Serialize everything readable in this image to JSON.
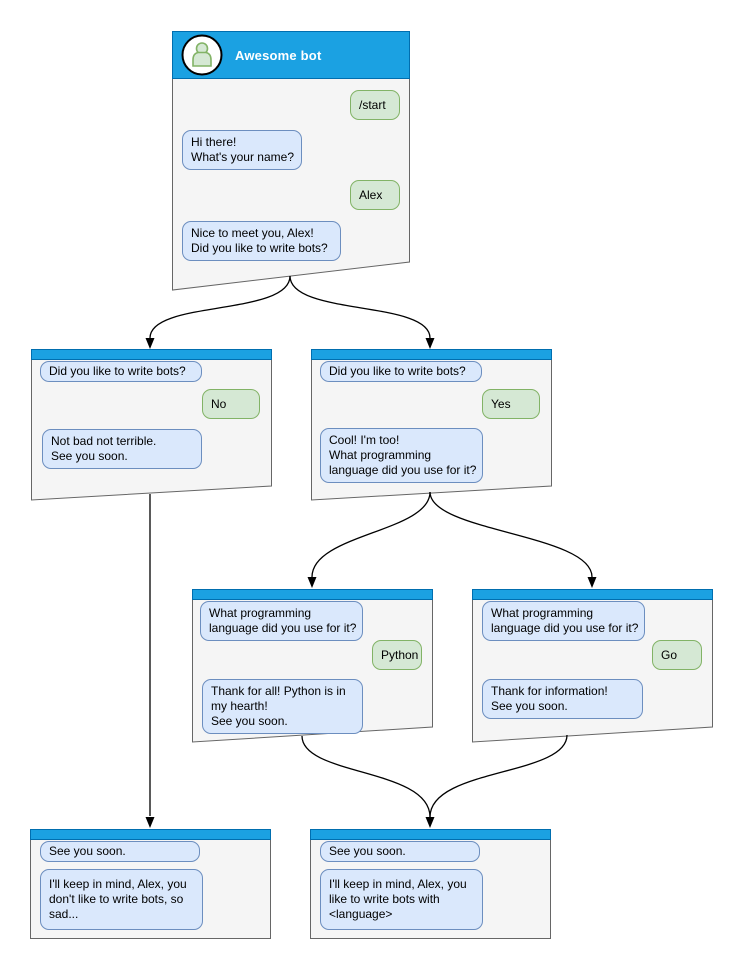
{
  "diagram": {
    "type": "chatbot-conversation-flowchart",
    "colors": {
      "titlebar_fill": "#1BA1E2",
      "titlebar_stroke": "#006EAF",
      "node_fill": "#F5F5F5",
      "node_stroke": "#666666",
      "bot_bubble_fill": "#DAE8FC",
      "bot_bubble_stroke": "#6C8EBF",
      "user_bubble_fill": "#D5E8D4",
      "user_bubble_stroke": "#82B366",
      "connector": "#000000",
      "title_text": "#FFFFFF"
    },
    "icons": {
      "avatar": "person-icon"
    },
    "nodes": [
      {
        "id": "awesome-bot",
        "title": "Awesome bot",
        "messages": [
          {
            "from": "user",
            "text": "/start"
          },
          {
            "from": "bot",
            "text": "Hi there!\nWhat's your name?"
          },
          {
            "from": "user",
            "text": "Alex"
          },
          {
            "from": "bot",
            "text": "Nice to meet you, Alex!\nDid you like to write bots?"
          }
        ]
      },
      {
        "id": "branch-no",
        "messages": [
          {
            "from": "bot",
            "text": "Did you like to write bots?"
          },
          {
            "from": "user",
            "text": "No"
          },
          {
            "from": "bot",
            "text": "Not bad not terrible.\nSee you soon."
          }
        ]
      },
      {
        "id": "branch-yes",
        "messages": [
          {
            "from": "bot",
            "text": "Did you like to write bots?"
          },
          {
            "from": "user",
            "text": "Yes"
          },
          {
            "from": "bot",
            "text": "Cool! I'm too!\nWhat programming\nlanguage did you use for it?"
          }
        ]
      },
      {
        "id": "branch-python",
        "messages": [
          {
            "from": "bot",
            "text": "What programming\nlanguage did you use for it?"
          },
          {
            "from": "user",
            "text": "Python"
          },
          {
            "from": "bot",
            "text": "Thank for all! Python is in\nmy hearth!\nSee you soon."
          }
        ]
      },
      {
        "id": "branch-go",
        "messages": [
          {
            "from": "bot",
            "text": "What programming\nlanguage did you use for it?"
          },
          {
            "from": "user",
            "text": "Go"
          },
          {
            "from": "bot",
            "text": "Thank for information!\nSee you soon."
          }
        ]
      },
      {
        "id": "end-no",
        "messages": [
          {
            "from": "bot",
            "text": "See you soon."
          },
          {
            "from": "bot",
            "text": "I'll keep in mind, Alex, you\ndon't like to write bots, so\nsad..."
          }
        ]
      },
      {
        "id": "end-yes",
        "messages": [
          {
            "from": "bot",
            "text": "See you soon."
          },
          {
            "from": "bot",
            "text": "I'll keep in mind, Alex, you\nlike to write bots with\n<language>"
          }
        ]
      }
    ],
    "edges": [
      {
        "from": "awesome-bot",
        "to": "branch-no"
      },
      {
        "from": "awesome-bot",
        "to": "branch-yes"
      },
      {
        "from": "branch-yes",
        "to": "branch-python"
      },
      {
        "from": "branch-yes",
        "to": "branch-go"
      },
      {
        "from": "branch-no",
        "to": "end-no"
      },
      {
        "from": "branch-python",
        "to": "end-yes"
      },
      {
        "from": "branch-go",
        "to": "end-yes"
      }
    ]
  }
}
